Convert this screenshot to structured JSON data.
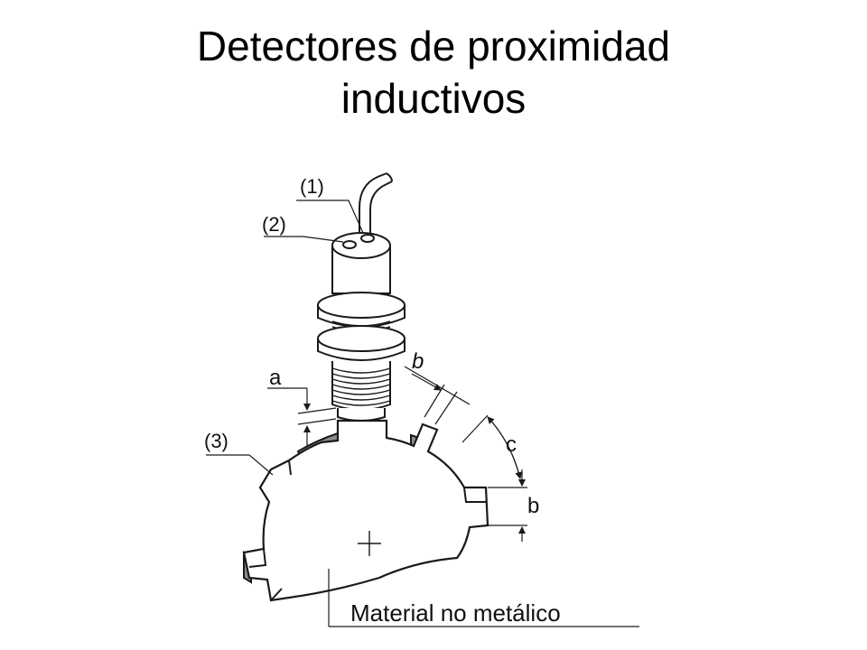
{
  "slide": {
    "title_line1": "Detectores de proximidad",
    "title_line2": "inductivos"
  },
  "diagram": {
    "label_1": "(1)",
    "label_2": "(2)",
    "label_3": "(3)",
    "label_a": "a",
    "label_b_top": "b",
    "label_c": "c",
    "label_b_right": "b",
    "material_label": "Material no metálico"
  },
  "colors": {
    "line": "#1a1a1a",
    "tooth_side": "#8c8c8c",
    "fill": "#ffffff"
  }
}
